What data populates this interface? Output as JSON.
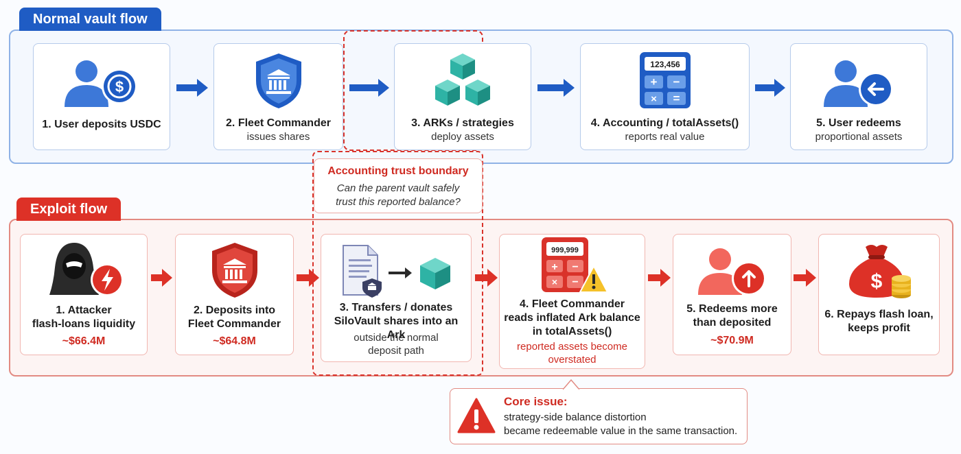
{
  "normal_flow": {
    "title": "Normal vault flow",
    "steps": [
      {
        "title": "1. User deposits USDC",
        "subtitle": ""
      },
      {
        "title": "2. Fleet Commander",
        "subtitle": "issues shares"
      },
      {
        "title": "3. ARKs / strategies",
        "subtitle": "deploy assets"
      },
      {
        "title": "4. Accounting / totalAssets()",
        "subtitle": "reports real value",
        "display": "123,456"
      },
      {
        "title": "5. User redeems",
        "subtitle": "proportional assets"
      }
    ]
  },
  "boundary": {
    "title": "Accounting trust boundary",
    "question_line1": "Can the parent vault safely",
    "question_line2": "trust this reported balance?"
  },
  "exploit_flow": {
    "title": "Exploit flow",
    "steps": [
      {
        "title_line1": "1. Attacker",
        "title_line2": "flash-loans liquidity",
        "amount": "~$66.4M"
      },
      {
        "title_line1": "2. Deposits into",
        "title_line2": "Fleet Commander",
        "amount": "~$64.8M"
      },
      {
        "title_line1": "3. Transfers / donates",
        "title_line2": "SiloVault shares into an Ark",
        "note_line1": "outside the normal",
        "note_line2": "deposit path"
      },
      {
        "title_line1": "4. Fleet Commander",
        "title_line2": "reads inflated Ark balance",
        "title_line3": "in totalAssets()",
        "note_line1": "reported assets become",
        "note_line2": "overstated",
        "display": "999,999"
      },
      {
        "title_line1": "5. Redeems more",
        "title_line2": "than deposited",
        "amount": "~$70.9M"
      },
      {
        "title_line1": "6. Repays flash loan,",
        "title_line2": "keeps profit"
      }
    ]
  },
  "core_issue": {
    "title": "Core issue:",
    "line1": "strategy-side balance distortion",
    "line2": "became redeemable value in the same transaction."
  },
  "colors": {
    "blue": "#1f5cc4",
    "red": "#dd3127",
    "teal": "#2eb3a5"
  }
}
